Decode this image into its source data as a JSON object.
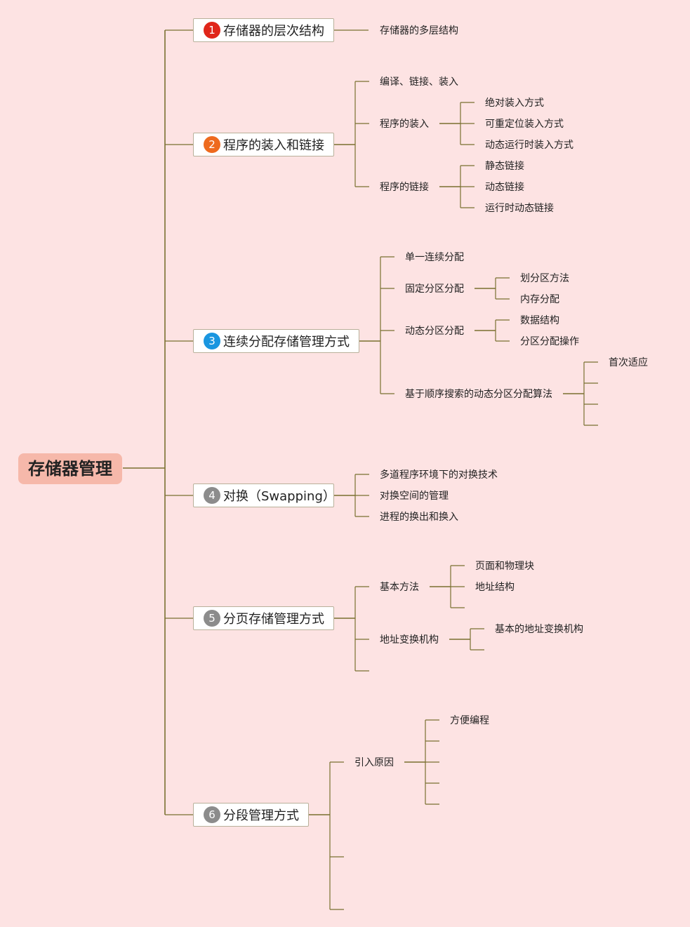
{
  "central": "存储器管理",
  "topics": [
    {
      "num": "1",
      "color": "#e0261a",
      "label": "存储器的层次结构"
    },
    {
      "num": "2",
      "color": "#ee6a1e",
      "label": "程序的装入和链接"
    },
    {
      "num": "3",
      "color": "#1a96e0",
      "label": "连续分配存储管理方式"
    },
    {
      "num": "4",
      "color": "#8c8c8c",
      "label": "对换（Swapping）"
    },
    {
      "num": "5",
      "color": "#8c8c8c",
      "label": "分页存储管理方式"
    },
    {
      "num": "6",
      "color": "#8c8c8c",
      "label": "分段管理方式"
    }
  ],
  "t1": {
    "c1": "存储器的多层结构"
  },
  "t2": {
    "c1": "编译、链接、装入",
    "c2": "程序的装入",
    "c2_children": [
      "绝对装入方式",
      "可重定位装入方式",
      "动态运行时装入方式"
    ],
    "c3": "程序的链接",
    "c3_children": [
      "静态链接",
      "动态链接",
      "运行时动态链接"
    ]
  },
  "t3": {
    "c1": "单一连续分配",
    "c2": "固定分区分配",
    "c2_children": [
      "划分区方法",
      "内存分配"
    ],
    "c3": "动态分区分配",
    "c3_children": [
      "数据结构",
      "分区分配操作"
    ],
    "c4": "基于顺序搜索的动态分区分配算法",
    "c4_children": [
      "首次适应"
    ]
  },
  "t4": {
    "children": [
      "多道程序环境下的对换技术",
      "对换空间的管理",
      "进程的换出和换入"
    ]
  },
  "t5": {
    "c1": "基本方法",
    "c1_children": [
      "页面和物理块",
      "地址结构"
    ],
    "c2": "地址变换机构",
    "c2_children": [
      "基本的地址变换机构"
    ]
  },
  "t6": {
    "c1": "引入原因",
    "c1_children": [
      "方便编程"
    ]
  }
}
